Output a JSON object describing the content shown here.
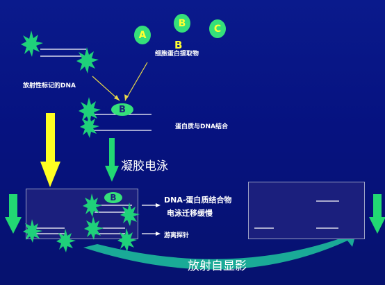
{
  "protein_extract": {
    "proteins": [
      {
        "label": "A",
        "color": "#35e07a"
      },
      {
        "label": "B",
        "color": "#35e07a"
      },
      {
        "label": "C",
        "color": "#35e07a"
      }
    ],
    "extract_overlay_letter": "B",
    "caption": "细胞蛋白提取物"
  },
  "labeled_dna": {
    "caption": "放射性标记的DNA"
  },
  "binding": {
    "protein_label": "B",
    "caption": "蛋白质与DNA结合"
  },
  "electrophoresis": {
    "label": "凝胶电泳"
  },
  "gel": {
    "bound_protein_label": "B",
    "bound_caption_line1": "DNA-蛋白质结合物",
    "bound_caption_line2": "电泳迁移缓慢",
    "free_probe_caption": "游离探针"
  },
  "autoradiography": {
    "label": "放射自显影"
  },
  "colors": {
    "background": "#0a1a8c",
    "star": "#1fd17a",
    "protein": "#35e07a",
    "yellow_arrow": "#ffff22",
    "green_arrow": "#22d873",
    "text_yellow": "#ffff33"
  }
}
